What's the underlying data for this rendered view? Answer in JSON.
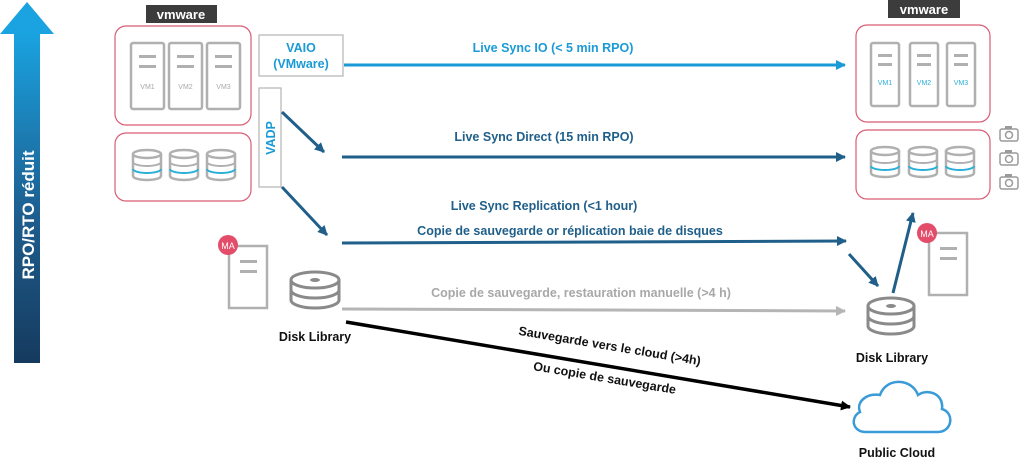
{
  "side_arrow": {
    "label": "RPO/RTO réduit"
  },
  "vmware_logo_left": "vmware",
  "vmware_logo_right": "vmware",
  "vaio": {
    "line1": "VAIO",
    "line2": "(VMware)"
  },
  "vadp": "VADP",
  "source_vms": [
    "VM1",
    "VM2",
    "VM3"
  ],
  "target_vms": [
    "VM1",
    "VM2",
    "VM3"
  ],
  "ma_badge_left": "MA",
  "ma_badge_right": "MA",
  "flows": {
    "live_sync_io": "Live Sync IO (< 5 min RPO)",
    "live_sync_direct": "Live Sync Direct (15 min RPO)",
    "live_sync_replication": "Live Sync Replication (<1 hour)",
    "copie_replication": "Copie de sauvegarde or réplication baie de disques",
    "copie_restauration": "Copie de sauvegarde, restauration manuelle (>4 h)",
    "cloud_line1": "Sauvegarde vers le cloud (>4h)",
    "cloud_line2": "Ou copie de sauvegarde"
  },
  "disk_library_left": "Disk Library",
  "disk_library_right": "Disk Library",
  "public_cloud": "Public Cloud",
  "icons": [
    "camera-icon",
    "server-icon",
    "database-icon",
    "cloud-icon",
    "disk-library-icon"
  ],
  "colors": {
    "light_blue": "#1a9ad6",
    "dark_blue": "#1f5f8a",
    "grey": "#b5b5b5",
    "black": "#000000",
    "pink_border": "#d95c75",
    "ma_badge": "#e44d6a"
  }
}
